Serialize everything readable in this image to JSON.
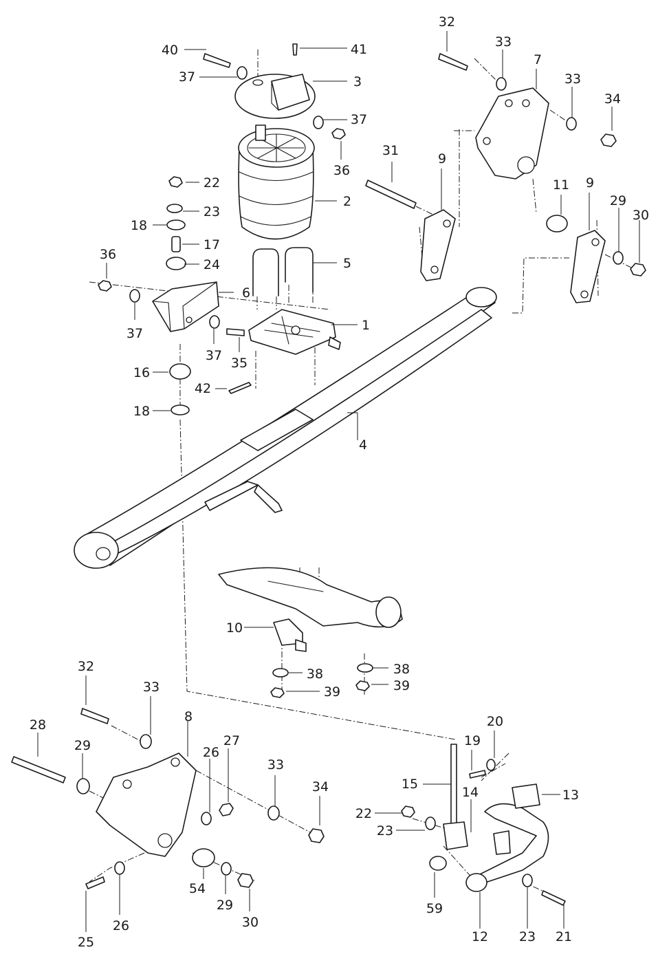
{
  "colors": {
    "line": "#1a1a1a",
    "background": "#ffffff"
  },
  "callouts": [
    {
      "id": "c1",
      "label": "1"
    },
    {
      "id": "c2",
      "label": "2"
    },
    {
      "id": "c3",
      "label": "3"
    },
    {
      "id": "c4",
      "label": "4"
    },
    {
      "id": "c5",
      "label": "5"
    },
    {
      "id": "c6",
      "label": "6"
    },
    {
      "id": "c7",
      "label": "7"
    },
    {
      "id": "c8",
      "label": "8"
    },
    {
      "id": "c9a",
      "label": "9"
    },
    {
      "id": "c9b",
      "label": "9"
    },
    {
      "id": "c10",
      "label": "10"
    },
    {
      "id": "c11",
      "label": "11"
    },
    {
      "id": "c12",
      "label": "12"
    },
    {
      "id": "c13",
      "label": "13"
    },
    {
      "id": "c14",
      "label": "14"
    },
    {
      "id": "c15",
      "label": "15"
    },
    {
      "id": "c16",
      "label": "16"
    },
    {
      "id": "c17",
      "label": "17"
    },
    {
      "id": "c18a",
      "label": "18"
    },
    {
      "id": "c18b",
      "label": "18"
    },
    {
      "id": "c19",
      "label": "19"
    },
    {
      "id": "c20",
      "label": "20"
    },
    {
      "id": "c21",
      "label": "21"
    },
    {
      "id": "c22a",
      "label": "22"
    },
    {
      "id": "c22b",
      "label": "22"
    },
    {
      "id": "c23a",
      "label": "23"
    },
    {
      "id": "c23b",
      "label": "23"
    },
    {
      "id": "c23c",
      "label": "23"
    },
    {
      "id": "c24",
      "label": "24"
    },
    {
      "id": "c25",
      "label": "25"
    },
    {
      "id": "c26a",
      "label": "26"
    },
    {
      "id": "c26b",
      "label": "26"
    },
    {
      "id": "c27",
      "label": "27"
    },
    {
      "id": "c28",
      "label": "28"
    },
    {
      "id": "c29a",
      "label": "29"
    },
    {
      "id": "c29b",
      "label": "29"
    },
    {
      "id": "c29c",
      "label": "29"
    },
    {
      "id": "c30a",
      "label": "30"
    },
    {
      "id": "c30b",
      "label": "30"
    },
    {
      "id": "c31",
      "label": "31"
    },
    {
      "id": "c32a",
      "label": "32"
    },
    {
      "id": "c32b",
      "label": "32"
    },
    {
      "id": "c33a",
      "label": "33"
    },
    {
      "id": "c33b",
      "label": "33"
    },
    {
      "id": "c33c",
      "label": "33"
    },
    {
      "id": "c33d",
      "label": "33"
    },
    {
      "id": "c34a",
      "label": "34"
    },
    {
      "id": "c34b",
      "label": "34"
    },
    {
      "id": "c35",
      "label": "35"
    },
    {
      "id": "c36a",
      "label": "36"
    },
    {
      "id": "c36b",
      "label": "36"
    },
    {
      "id": "c37a",
      "label": "37"
    },
    {
      "id": "c37b",
      "label": "37"
    },
    {
      "id": "c37c",
      "label": "37"
    },
    {
      "id": "c37d",
      "label": "37"
    },
    {
      "id": "c38a",
      "label": "38"
    },
    {
      "id": "c38b",
      "label": "38"
    },
    {
      "id": "c39a",
      "label": "39"
    },
    {
      "id": "c39b",
      "label": "39"
    },
    {
      "id": "c40",
      "label": "40"
    },
    {
      "id": "c41",
      "label": "41"
    },
    {
      "id": "c42",
      "label": "42"
    },
    {
      "id": "c54",
      "label": "54"
    },
    {
      "id": "c59",
      "label": "59"
    }
  ]
}
